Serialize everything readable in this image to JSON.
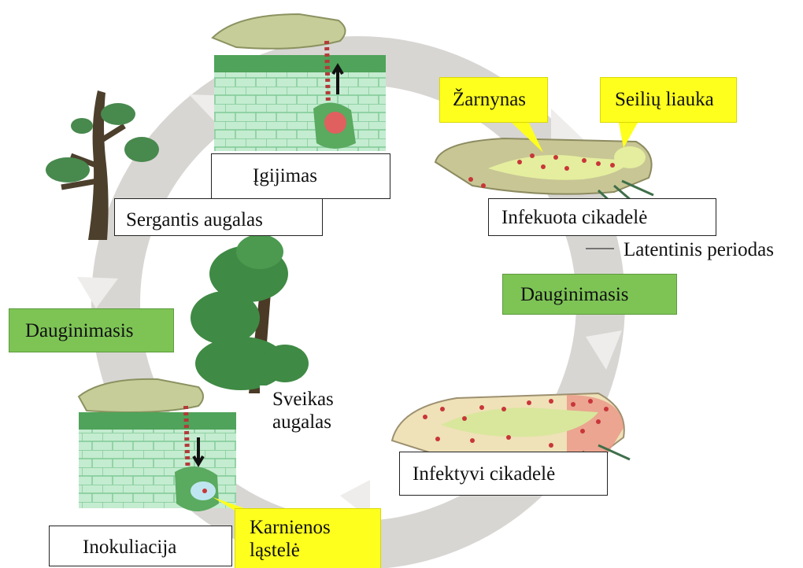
{
  "labels": {
    "igijimas": "Įgijimas",
    "sergantis_augalas": "Sergantis augalas",
    "zarnynas": "Žarnynas",
    "seiliu_liauka": "Seilių liauka",
    "infekuota_cikadele": "Infekuota cikadelė",
    "latentinis_periodas": "Latentinis periodas",
    "dauginimasis_right": "Dauginimasis",
    "dauginimasis_left": "Dauginimasis",
    "sveikas_augalas_line1": "Sveikas",
    "sveikas_augalas_line2": "augalas",
    "infektyvi_cikadele": "Infektyvi cikadelė",
    "karnienos_lastele_line1": "Karnienos",
    "karnienos_lastele_line2": "ląstelė",
    "inokuliacija": "Inokuliacija"
  },
  "colors": {
    "cycle_ring": "#d6d4d1",
    "label_green": "#7dc455",
    "label_yellow": "#ffff1e",
    "insect_body": "#c6c48a",
    "infection_dots": "#c8363a",
    "leaf_cells": "#bfe8c8",
    "tree_foliage": "#3f8a44",
    "tree_trunk": "#4a3a26"
  }
}
